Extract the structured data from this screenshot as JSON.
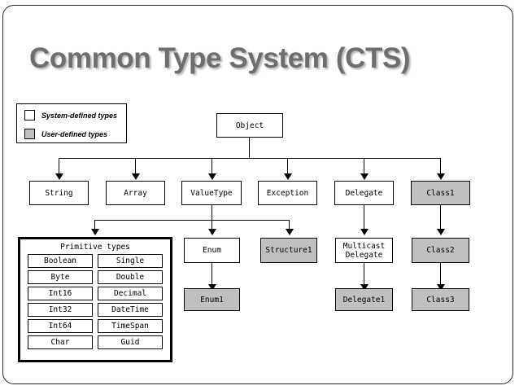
{
  "slide": {
    "title": "Common Type System (CTS)"
  },
  "legend": {
    "items": [
      {
        "label": "System-defined types",
        "swatch": "white"
      },
      {
        "label": "User-defined types",
        "swatch": "gray"
      }
    ]
  },
  "diagram": {
    "root": {
      "label": "Object",
      "kind": "system"
    },
    "level2": [
      {
        "label": "String",
        "kind": "system"
      },
      {
        "label": "Array",
        "kind": "system"
      },
      {
        "label": "ValueType",
        "kind": "system"
      },
      {
        "label": "Exception",
        "kind": "system"
      },
      {
        "label": "Delegate",
        "kind": "system"
      },
      {
        "label": "Class1",
        "kind": "user"
      }
    ],
    "level3": [
      {
        "label": "Enum",
        "kind": "system"
      },
      {
        "label": "Structure1",
        "kind": "user"
      },
      {
        "label": "Multicast\nDelegate",
        "kind": "system"
      },
      {
        "label": "Class2",
        "kind": "user"
      }
    ],
    "level4": [
      {
        "label": "Enum1",
        "kind": "user"
      },
      {
        "label": "Delegate1",
        "kind": "user"
      },
      {
        "label": "Class3",
        "kind": "user"
      }
    ],
    "primitive_types": {
      "title": "Primitive types",
      "cells": [
        "Boolean",
        "Single",
        "Byte",
        "Double",
        "Int16",
        "Decimal",
        "Int32",
        "DateTime",
        "Int64",
        "TimeSpan",
        "Char",
        "Guid"
      ]
    }
  },
  "colors": {
    "user_defined_fill": "#c0c0c0",
    "system_defined_fill": "#ffffff",
    "line": "#000000",
    "title_text": "#6e6e6e",
    "frame_border": "#2a2a2a"
  }
}
